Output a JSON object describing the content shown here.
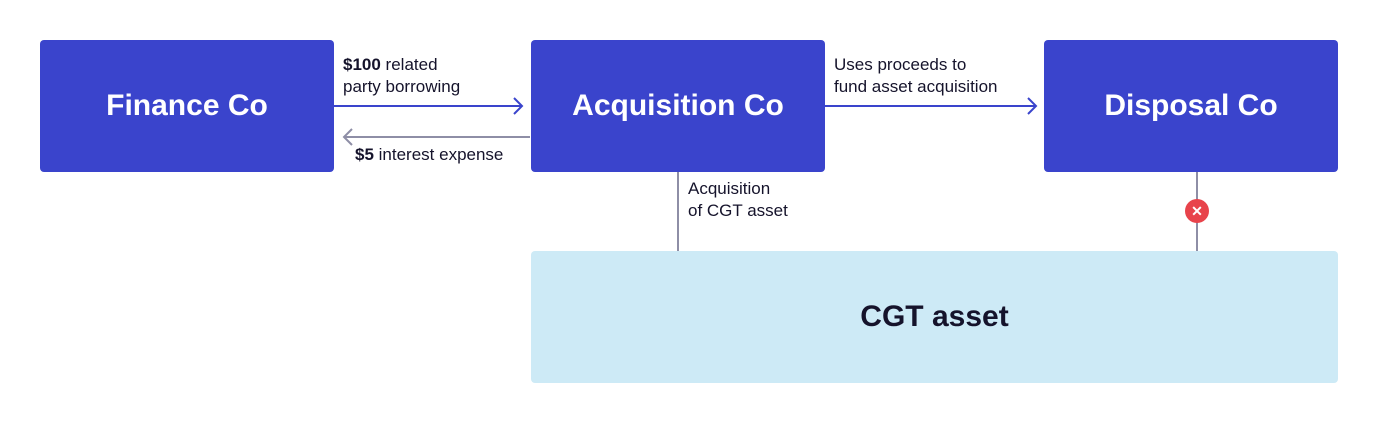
{
  "entities": {
    "finance_co": "Finance Co",
    "acquisition_co": "Acquisition Co",
    "disposal_co": "Disposal Co",
    "cgt_asset": "CGT asset"
  },
  "flows": {
    "borrowing": {
      "amount": "$100",
      "text_line1": " related",
      "text_line2": "party borrowing"
    },
    "interest": {
      "amount": "$5",
      "text": " interest expense"
    },
    "proceeds": {
      "line1": "Uses proceeds to",
      "line2": "fund asset acquisition"
    },
    "acquisition": {
      "line1": "Acquisition",
      "line2": "of CGT asset"
    }
  },
  "colors": {
    "entity_box": "#3a44cc",
    "asset_box": "#cdeaf6",
    "arrow_primary": "#3a44cc",
    "arrow_secondary": "#8e8ea6",
    "blocked_marker": "#e8434b"
  },
  "icons": {
    "blocked": "✕"
  }
}
